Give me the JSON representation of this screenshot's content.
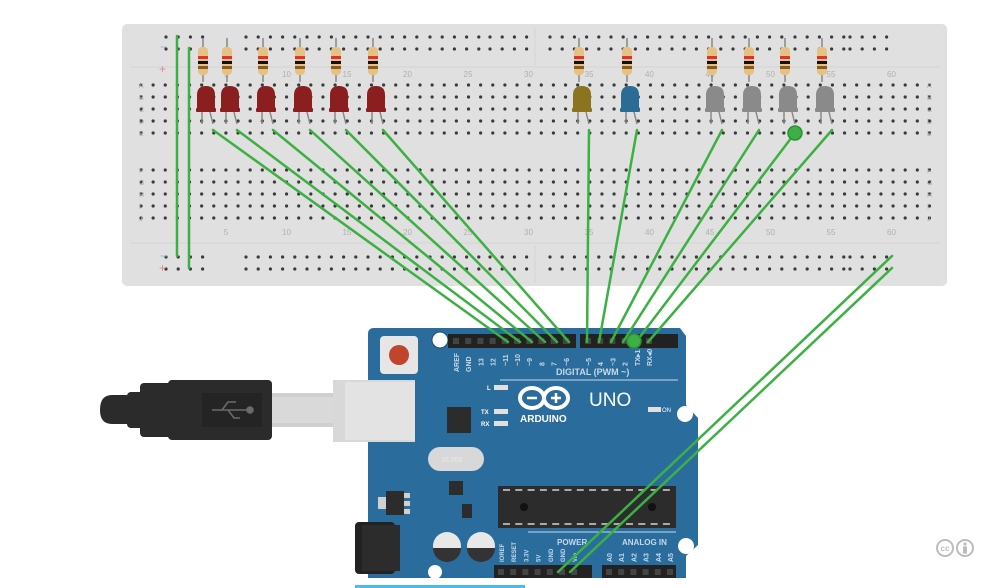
{
  "app": {
    "title": "Arduino LED circuit simulation"
  },
  "breadboard": {
    "row_labels_top": [
      "A",
      "B",
      "C",
      "D",
      "E"
    ],
    "row_labels_bottom": [
      "F",
      "G",
      "H",
      "I",
      "J"
    ],
    "column_numbers": [
      "5",
      "10",
      "15",
      "20",
      "25",
      "30",
      "35",
      "40",
      "45",
      "50",
      "55",
      "60"
    ],
    "rail_minus": "−",
    "rail_plus": "+"
  },
  "leds": [
    {
      "color": "#8b1f1f",
      "state": "red"
    },
    {
      "color": "#8b1f1f",
      "state": "red"
    },
    {
      "color": "#8b1f1f",
      "state": "red"
    },
    {
      "color": "#8b1f1f",
      "state": "red"
    },
    {
      "color": "#8b1f1f",
      "state": "red"
    },
    {
      "color": "#8b1f1f",
      "state": "red"
    },
    {
      "color": "#8a7420",
      "state": "yellow"
    },
    {
      "color": "#2a6c94",
      "state": "blue"
    },
    {
      "color": "#8a8a8a",
      "state": "off"
    },
    {
      "color": "#8a8a8a",
      "state": "off"
    },
    {
      "color": "#8a8a8a",
      "state": "off"
    },
    {
      "color": "#8a8a8a",
      "state": "off"
    }
  ],
  "colors": {
    "wire": "#3cb043",
    "board": "#2a6c9c",
    "breadboard": "#e0e0e0",
    "header": "#222222"
  },
  "arduino": {
    "logo_text": "ARDUINO",
    "model": "UNO",
    "digital_label": "DIGITAL (PWM ~)",
    "digital_pins": [
      "AREF",
      "GND",
      "13",
      "12",
      "~11",
      "~10",
      "~9",
      "8",
      "7",
      "~6",
      "~5",
      "4",
      "~3",
      "2",
      "TX▸1",
      "RX◂0"
    ],
    "indicators": [
      "L",
      "TX",
      "RX"
    ],
    "on_label": "ON",
    "power_label": "POWER",
    "power_pins": [
      "IOREF",
      "RESET",
      "3.3V",
      "5V",
      "GND",
      "GND",
      "Vin"
    ],
    "analog_label": "ANALOG IN",
    "analog_pins": [
      "A0",
      "A1",
      "A2",
      "A3",
      "A4",
      "A5"
    ],
    "crystal_label": "16.000"
  },
  "license": {
    "cc": "cc",
    "by": "by"
  }
}
